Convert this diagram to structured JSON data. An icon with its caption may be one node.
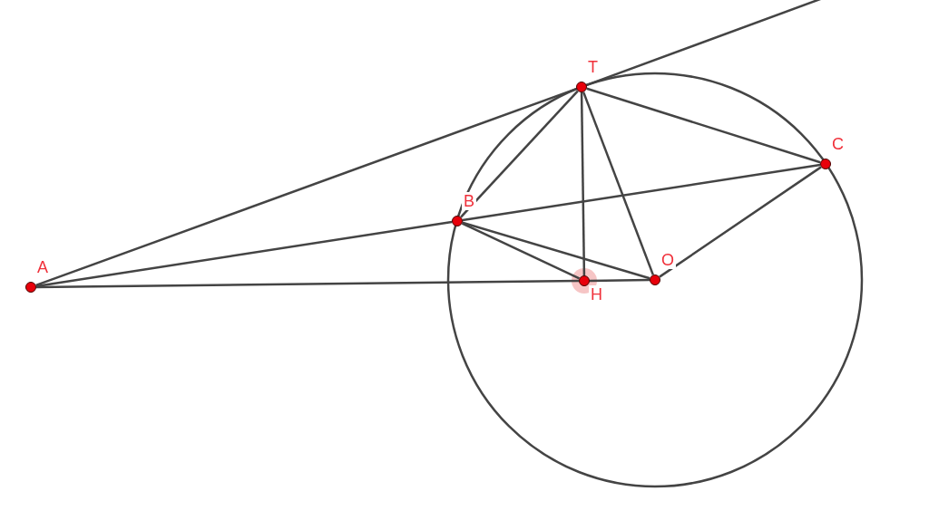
{
  "diagram": {
    "nodes": [
      {
        "text": [
          "A"
        ]
      },
      {
        "text": [
          "T"
        ]
      },
      {
        "text": [
          "C"
        ]
      },
      {
        "text": [
          "B"
        ]
      },
      {
        "text": [
          "H"
        ]
      },
      {
        "text": [
          "O"
        ]
      }
    ],
    "edges": [
      {
        "from": 0,
        "to": 1,
        "arrow": "none"
      },
      {
        "from": 1,
        "to": null,
        "arrow": "none"
      },
      {
        "from": 0,
        "to": 3,
        "arrow": "none"
      },
      {
        "from": 3,
        "to": 2,
        "arrow": "none"
      },
      {
        "from": 0,
        "to": 4,
        "arrow": "none"
      },
      {
        "from": 4,
        "to": 5,
        "arrow": "none"
      },
      {
        "from": 1,
        "to": 3,
        "arrow": "none"
      },
      {
        "from": 1,
        "to": 4,
        "arrow": "none"
      },
      {
        "from": 1,
        "to": 5,
        "arrow": "none"
      },
      {
        "from": 1,
        "to": 2,
        "arrow": "none"
      },
      {
        "from": 3,
        "to": 4,
        "arrow": "none"
      },
      {
        "from": 3,
        "to": 5,
        "arrow": "none"
      },
      {
        "from": 5,
        "to": 2,
        "arrow": "none"
      }
    ]
  }
}
